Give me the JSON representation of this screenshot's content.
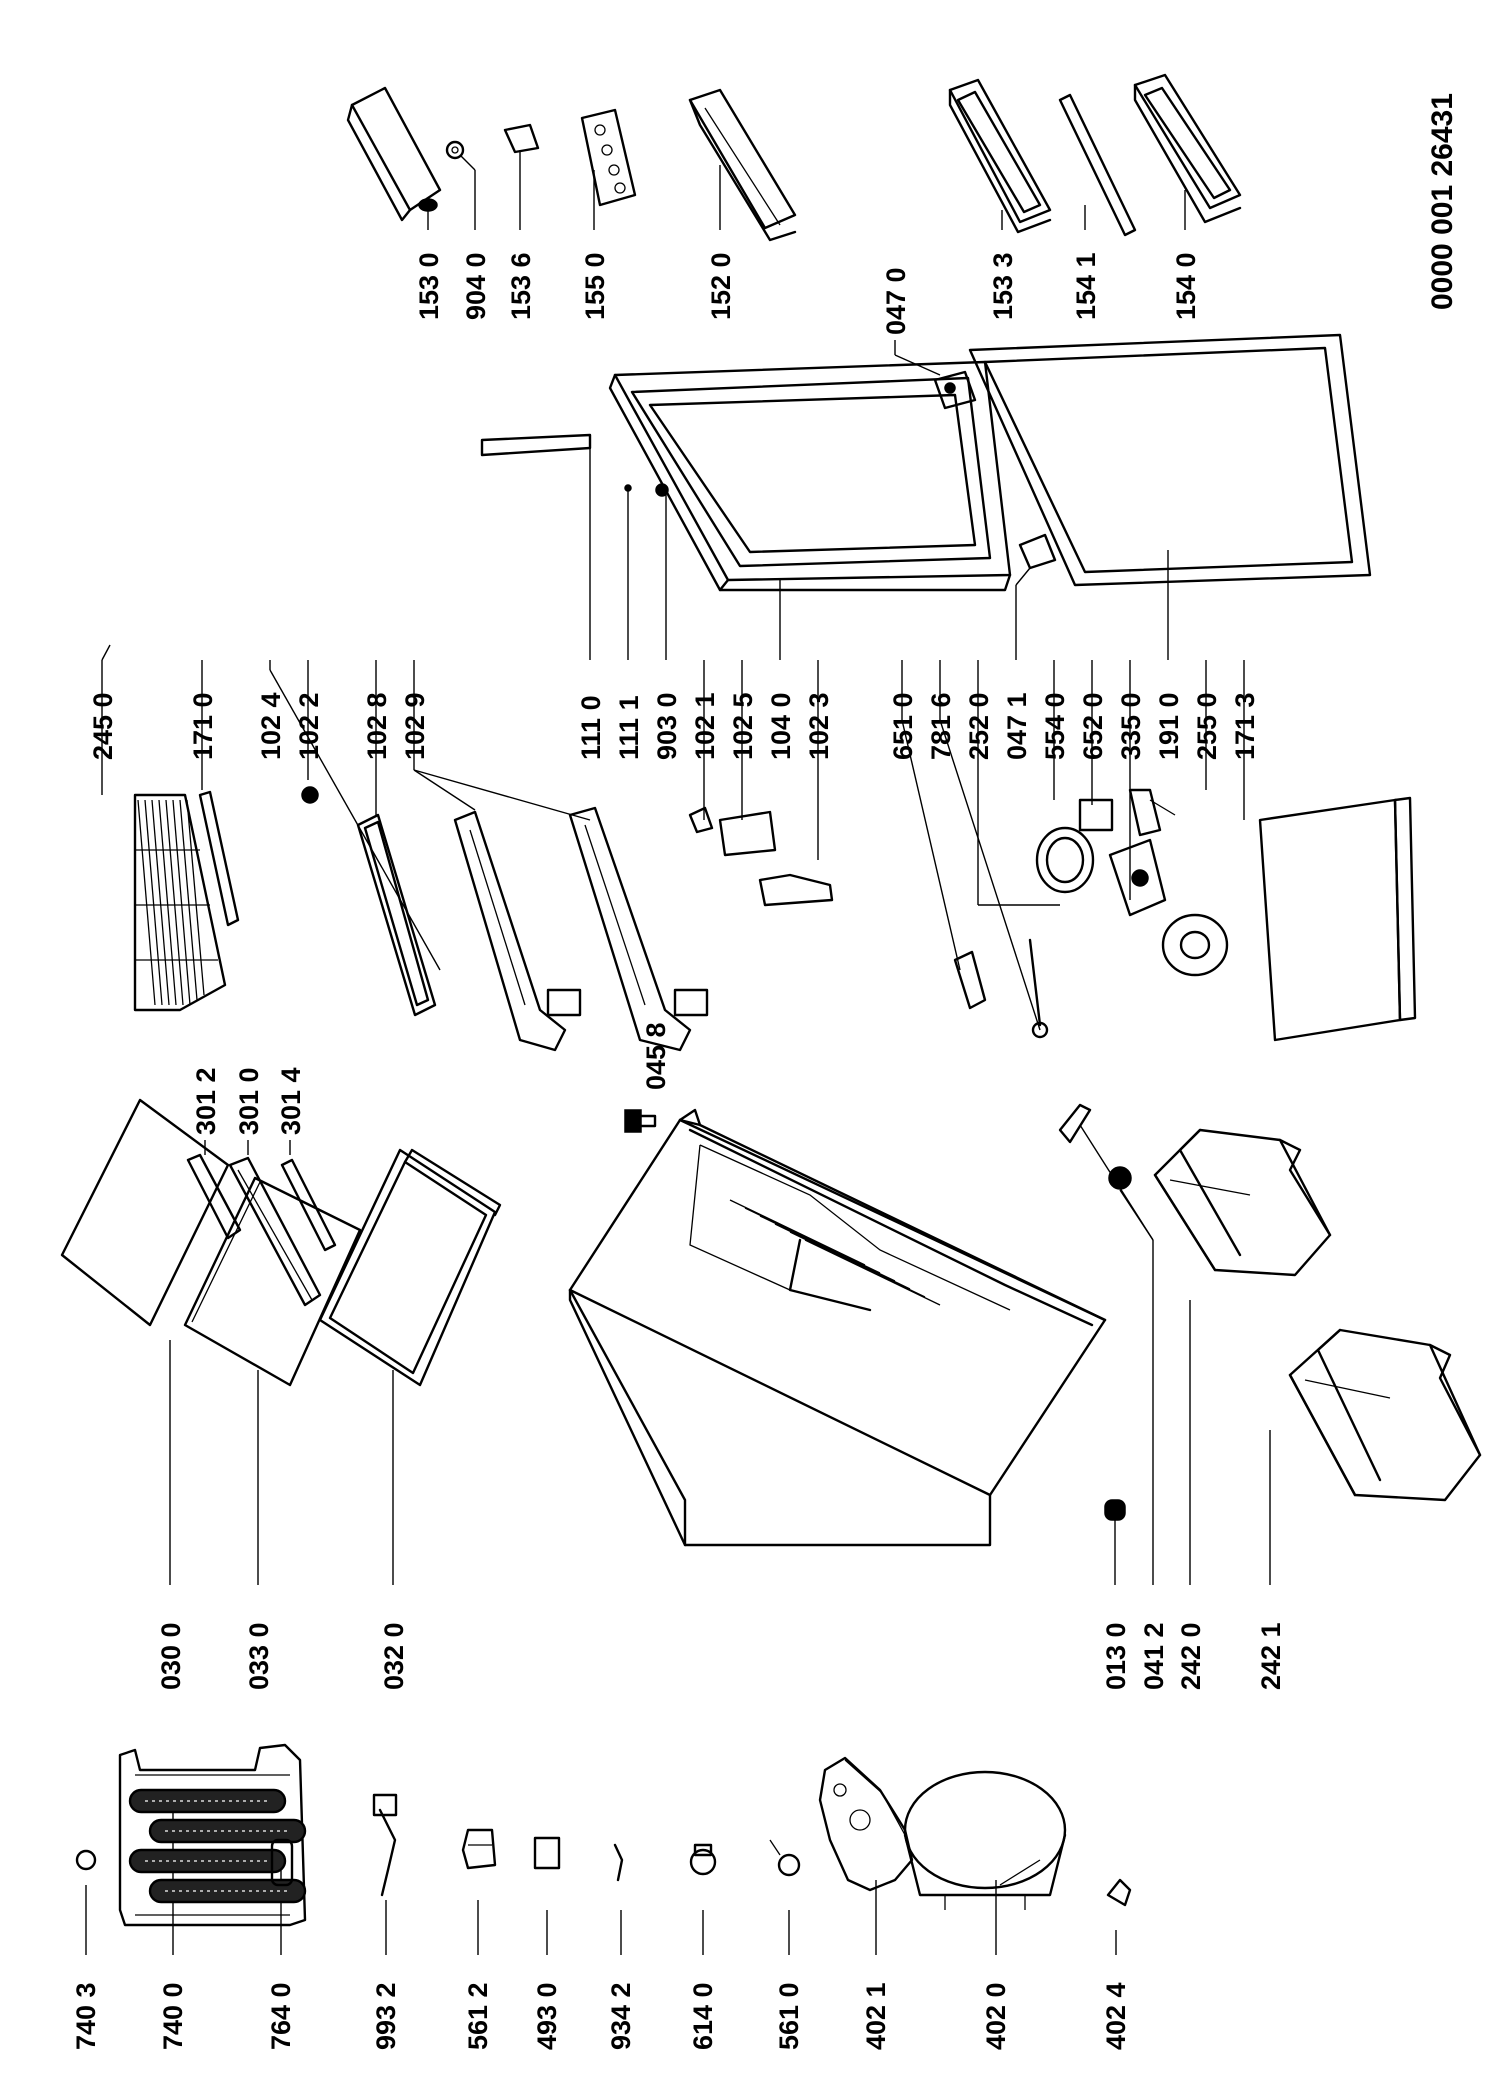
{
  "document_number": "0000 001 26431",
  "labels": {
    "l_7403": "740 3",
    "l_7400": "740 0",
    "l_7640": "764 0",
    "l_9932": "993 2",
    "l_5612": "561 2",
    "l_4930": "493 0",
    "l_9342": "934 2",
    "l_6140": "614 0",
    "l_5610": "561 0",
    "l_4021": "402 1",
    "l_4020": "402 0",
    "l_4024": "402 4",
    "l_0300": "030 0",
    "l_0330": "033 0",
    "l_0320": "032 0",
    "l_3012": "301 2",
    "l_3010": "301 0",
    "l_3014": "301 4",
    "l_0458": "045 8",
    "l_0130": "013 0",
    "l_0412": "041 2",
    "l_2420": "242 0",
    "l_2421": "242 1",
    "l_2450": "245 0",
    "l_1710": "171 0",
    "l_1024": "102 4",
    "l_1022": "102 2",
    "l_1028": "102 8",
    "l_1029": "102 9",
    "l_1110": "111 0",
    "l_1111": "111 1",
    "l_9030": "903 0",
    "l_1021": "102 1",
    "l_1025": "102 5",
    "l_1040": "104 0",
    "l_1023": "102 3",
    "l_6510": "651 0",
    "l_7816": "781 6",
    "l_2520": "252 0",
    "l_0471": "047 1",
    "l_5540": "554 0",
    "l_6520": "652 0",
    "l_3350": "335 0",
    "l_1910": "191 0",
    "l_2550": "255 0",
    "l_1713": "171 3",
    "l_0470": "047 0",
    "l_1530": "153 0",
    "l_9040": "904 0",
    "l_1536": "153 6",
    "l_1550": "155 0",
    "l_1520": "152 0",
    "l_1533": "153 3",
    "l_1541": "154 1",
    "l_1540": "154 0"
  }
}
